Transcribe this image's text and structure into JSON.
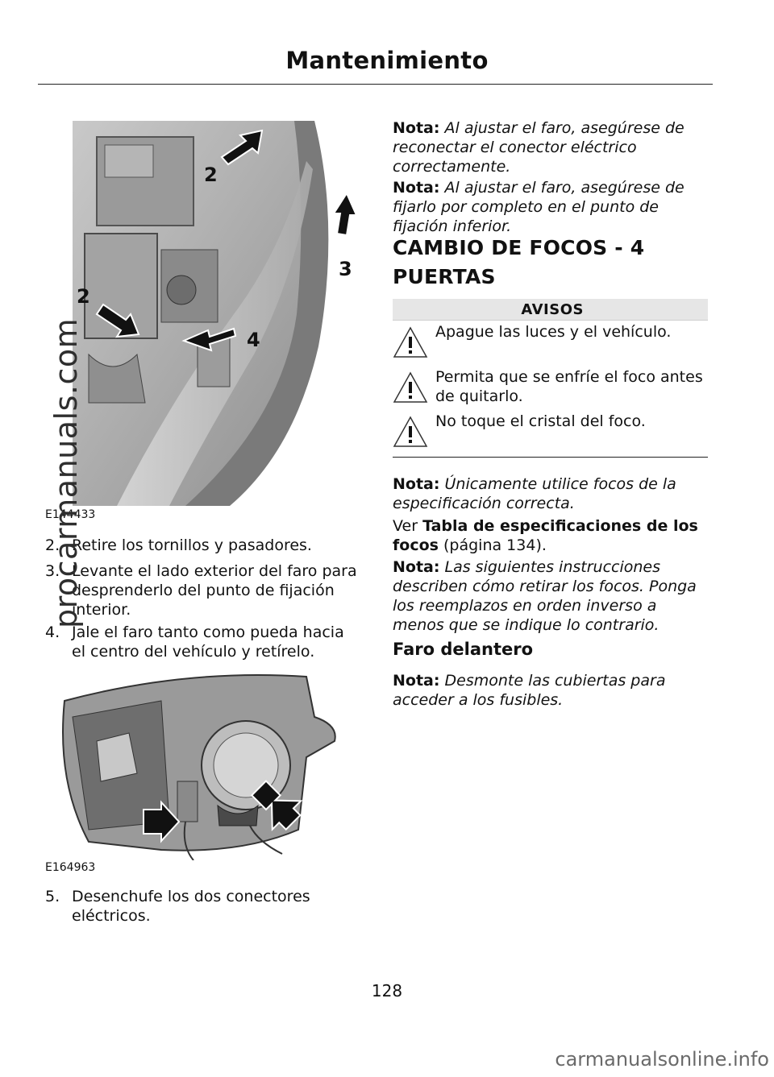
{
  "header": {
    "title": "Mantenimiento"
  },
  "figure1": {
    "code": "E144433",
    "callouts": [
      "2",
      "3",
      "2",
      "4"
    ]
  },
  "steps_top": [
    {
      "num": "2.",
      "text": "Retire los tornillos y pasadores."
    },
    {
      "num": "3.",
      "text": "Levante el lado exterior del faro para desprenderlo del punto de fijación interior."
    },
    {
      "num": "4.",
      "text": "Jale el faro tanto como pueda hacia el centro del vehículo y retírelo."
    }
  ],
  "figure2": {
    "code": "E164963"
  },
  "step5": {
    "num": "5.",
    "text": "Desenchufe los dos conectores eléctricos."
  },
  "right": {
    "note1": {
      "label": "Nota:",
      "text": "Al ajustar el faro, asegúrese de reconectar el conector eléctrico correctamente."
    },
    "note2": {
      "label": "Nota:",
      "text": "Al ajustar el faro, asegúrese de fijarlo por completo en el punto de fijación inferior."
    },
    "section_title_line1": "CAMBIO DE FOCOS - 4",
    "section_title_line2": "PUERTAS",
    "avisos": "AVISOS",
    "warnings": [
      "Apague las luces y el vehículo.",
      "Permita que se enfríe el foco antes de quitarlo.",
      "No toque el cristal del foco."
    ],
    "note3": {
      "label": "Nota:",
      "text": "Únicamente utilice focos de la especificación correcta."
    },
    "ver": {
      "prefix": "Ver",
      "link": "Tabla de especificaciones de los focos",
      "suffix": "(página 134)."
    },
    "note4": {
      "label": "Nota:",
      "text": "Las siguientes instrucciones describen cómo retirar los focos. Ponga los reemplazos en orden inverso a menos que se indique lo contrario."
    },
    "subsection": "Faro delantero",
    "note5": {
      "label": "Nota:",
      "text": "Desmonte las cubiertas para acceder a los fusibles."
    }
  },
  "page_number": "128",
  "watermarks": {
    "side": "procarmanuals.com",
    "bottom": "carmanualsonline.info"
  }
}
